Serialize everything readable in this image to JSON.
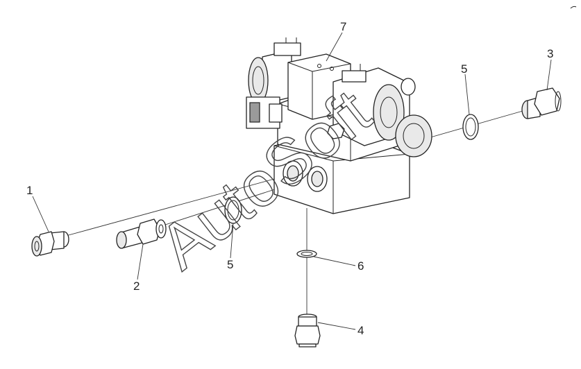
{
  "callouts": {
    "c1": "1",
    "c2": "2",
    "c3": "3",
    "c4": "4",
    "c5a": "5",
    "c5b": "5",
    "c6": "6",
    "c7": "7"
  },
  "watermark": "AutoSoft",
  "colors": {
    "line": "#222222",
    "background": "#ffffff"
  }
}
